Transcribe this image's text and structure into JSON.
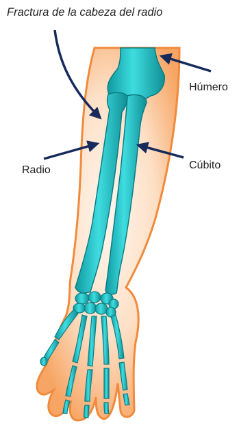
{
  "labels": {
    "title": "Fractura de la cabeza del radio",
    "humerus": "Húmero",
    "radius": "Radio",
    "ulna": "Cúbito"
  },
  "colors": {
    "bone": "#22c3c8",
    "bone_dark": "#0f8f96",
    "skin_edge": "#f08a3c",
    "skin_fill": "#fbd3b0",
    "arrow": "#162a5c",
    "text": "#222222"
  }
}
